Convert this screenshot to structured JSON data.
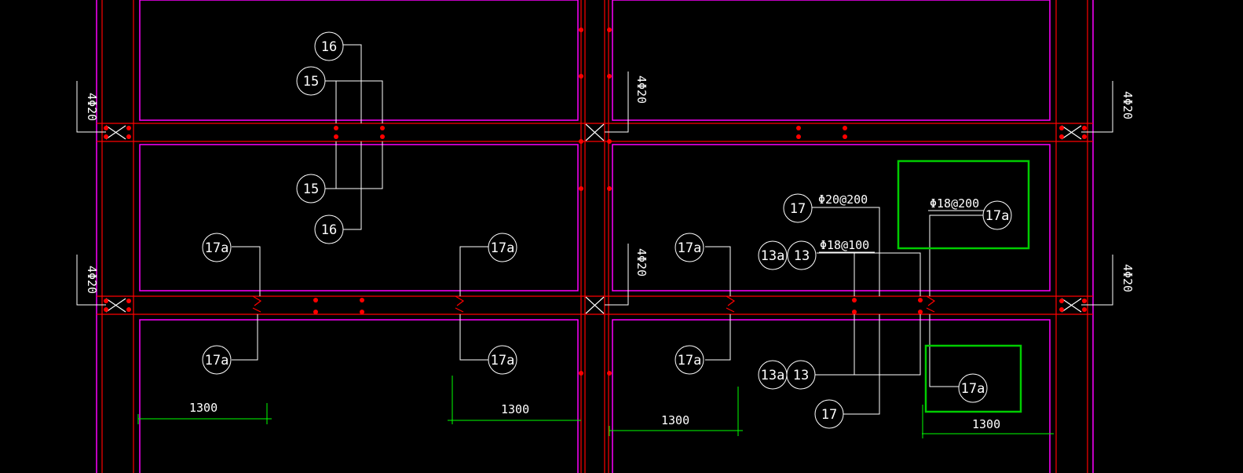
{
  "colors": {
    "background": "#000000",
    "wall": "#ff0000",
    "slab_outline": "#ff00ff",
    "leader": "#ffffff",
    "dimension": "#00ff00",
    "highlight_box": "#00cc00",
    "rebar_dot": "#ff0000"
  },
  "bubbles": [
    {
      "label": "16"
    },
    {
      "label": "15"
    },
    {
      "label": "15"
    },
    {
      "label": "16"
    },
    {
      "label": "17a"
    },
    {
      "label": "17a"
    },
    {
      "label": "17a"
    },
    {
      "label": "17a"
    },
    {
      "label": "17a"
    },
    {
      "label": "17a"
    },
    {
      "label": "17"
    },
    {
      "label": "13a"
    },
    {
      "label": "13"
    },
    {
      "label": "13a"
    },
    {
      "label": "13"
    },
    {
      "label": "17"
    },
    {
      "label": "17a"
    },
    {
      "label": "17a"
    }
  ],
  "rebar_labels": [
    "Φ20@200",
    "Φ18@100",
    "Φ18@200"
  ],
  "column_labels": [
    "4Φ20",
    "4Φ20",
    "4Φ20",
    "4Φ20",
    "4Φ20",
    "4Φ20"
  ],
  "dimensions": [
    "1300",
    "1300",
    "1300",
    "1300"
  ]
}
